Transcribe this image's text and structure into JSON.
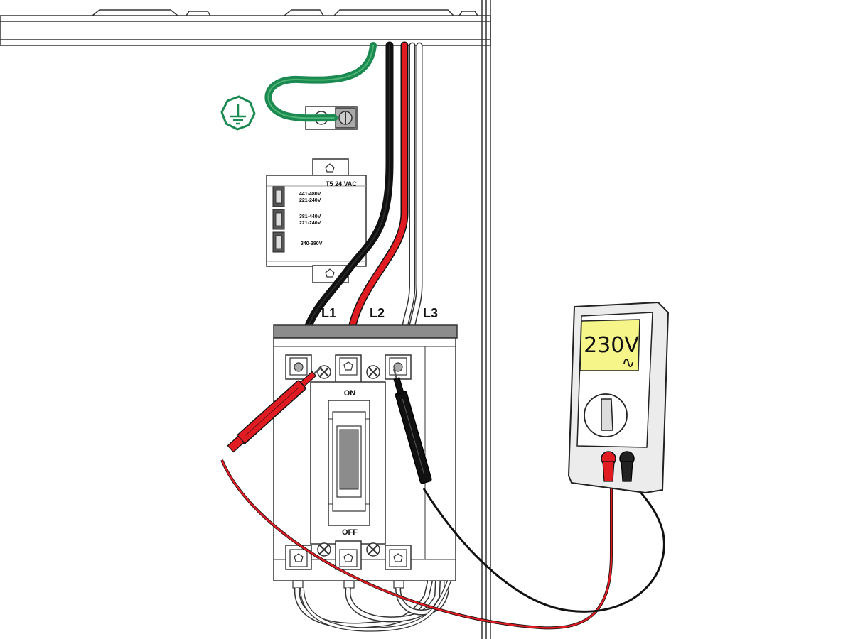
{
  "transformer": {
    "title": "T5 24 VAC",
    "taps": [
      {
        "line1": "441-480V",
        "line2": "221-240V"
      },
      {
        "line1": "381-440V",
        "line2": "221-240V"
      },
      {
        "line1": "340-380V",
        "line2": ""
      }
    ]
  },
  "lines": {
    "l1": "L1",
    "l2": "L2",
    "l3": "L3"
  },
  "disconnect": {
    "on_label": "ON",
    "off_label": "OFF"
  },
  "multimeter": {
    "reading": "230V",
    "ac_symbol": "∿"
  },
  "colors": {
    "ground_green": "#1a8a50",
    "hot_black": "#111111",
    "hot_red": "#e11b22",
    "lcd_yellow": "#f5f58a",
    "panel_gray": "#8c8c8c",
    "meter_body": "#e6e6e6"
  },
  "icons": {
    "ground_symbol": "ground-icon"
  }
}
